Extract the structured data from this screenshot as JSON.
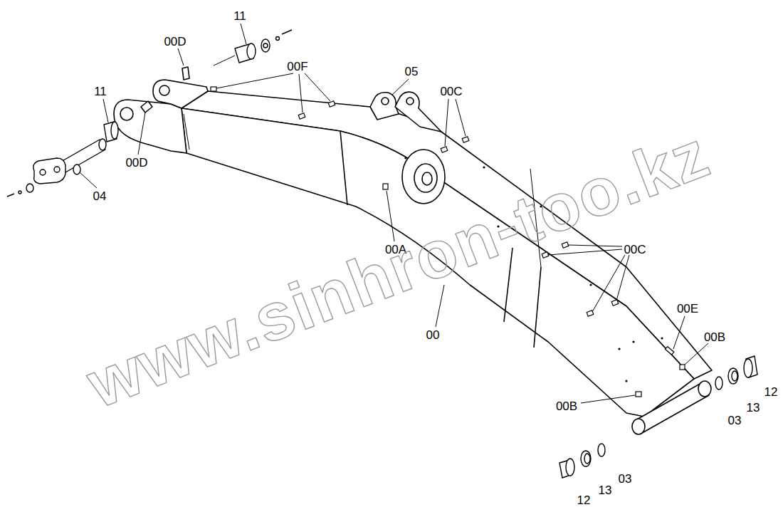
{
  "diagram": {
    "labels": [
      "11",
      "00D",
      "00F",
      "05",
      "00C",
      "11",
      "00D",
      "04",
      "00A",
      "00C",
      "00",
      "00E",
      "00B",
      "00B",
      "03",
      "13",
      "12",
      "12",
      "13",
      "03",
      "www.sinhron-too.kz"
    ]
  }
}
